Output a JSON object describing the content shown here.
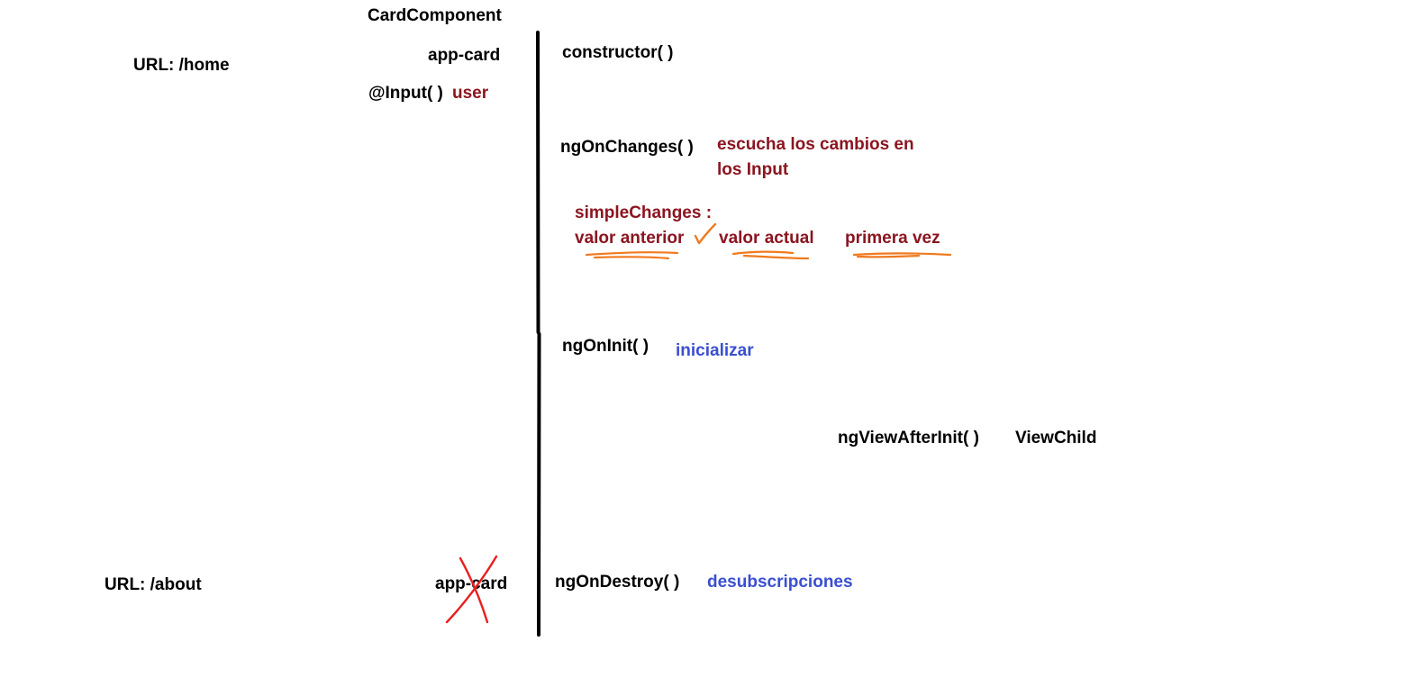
{
  "component": {
    "name": "CardComponent",
    "selector": "app-card",
    "input_decorator": "@Input( )",
    "input_name": "user"
  },
  "routes": {
    "home": "URL: /home",
    "about": "URL: /about",
    "destroyed_selector": "app-card"
  },
  "lifecycle": {
    "constructor": "constructor( )",
    "on_changes": "ngOnChanges( )",
    "on_changes_note_line1": "escucha los cambios en",
    "on_changes_note_line2": "los Input",
    "simple_changes_title": "simpleChanges :",
    "simple_changes_items": [
      "valor anterior",
      "valor actual",
      "primera vez"
    ],
    "on_init": "ngOnInit( )",
    "on_init_note": "inicializar",
    "view_after_init": "ngViewAfterInit( )",
    "view_child": "ViewChild",
    "on_destroy": "ngOnDestroy( )",
    "on_destroy_note": "desubscripciones"
  },
  "colors": {
    "text": "#000000",
    "note_red": "#8b1520",
    "note_blue": "#3a4fd0",
    "underline_orange": "#f07a1e",
    "cross_red": "#e8201e",
    "divider": "#000000"
  }
}
